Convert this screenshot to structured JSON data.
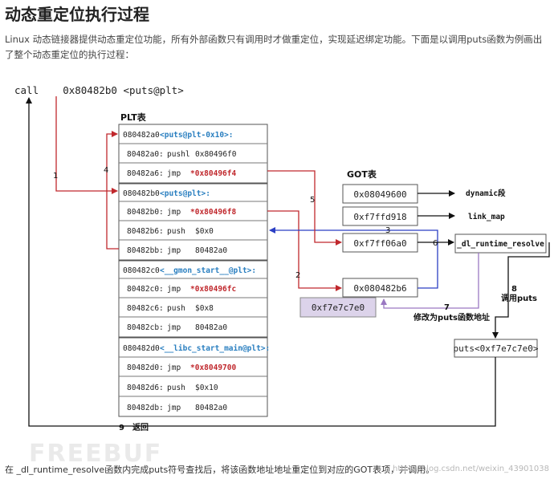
{
  "page": {
    "title": "动态重定位执行过程",
    "intro": "Linux 动态链接器提供动态重定位功能，所有外部函数只有调用时才做重定位，实现延迟绑定功能。下面是以调用puts函数为例画出了整个动态重定位的执行过程：",
    "footer": "在 _dl_runtime_resolve函数内完成puts符号查找后，将该函数地址地址重定位到对应的GOT表项，并调用。",
    "watermark": "FREEBUF",
    "csdn": "https://blog.csdn.net/weixin_43901038"
  },
  "diagram": {
    "call_line": "call    0x80482b0 <puts@plt>",
    "plt_label": "PLT表",
    "got_label": "GOT表",
    "plt_blocks": [
      {
        "header_addr": "080482a0",
        "header_sym": "<puts@plt-0x10>:",
        "rows": [
          {
            "addr": "80482a0:",
            "ins": "pushl",
            "op": "0x80496f0",
            "hl": false
          },
          {
            "addr": "80482a6:",
            "ins": "jmp",
            "op": "*0x80496f4",
            "hl": true
          }
        ]
      },
      {
        "header_addr": "080482b0",
        "header_sym": "<puts@plt>:",
        "rows": [
          {
            "addr": "80482b0:",
            "ins": "jmp",
            "op": "*0x80496f8",
            "hl": true
          },
          {
            "addr": "80482b6:",
            "ins": "push",
            "op": "$0x0",
            "hl": false
          },
          {
            "addr": "80482bb:",
            "ins": "jmp",
            "op": "80482a0",
            "hl": false
          }
        ]
      },
      {
        "header_addr": "080482c0",
        "header_sym": "<__gmon_start__@plt>:",
        "rows": [
          {
            "addr": "80482c0:",
            "ins": "jmp",
            "op": "*0x80496fc",
            "hl": true
          },
          {
            "addr": "80482c6:",
            "ins": "push",
            "op": "$0x8",
            "hl": false
          },
          {
            "addr": "80482cb:",
            "ins": "jmp",
            "op": "80482a0",
            "hl": false
          }
        ]
      },
      {
        "header_addr": "080482d0",
        "header_sym": "<__libc_start_main@plt>:",
        "rows": [
          {
            "addr": "80482d0:",
            "ins": "jmp",
            "op": "*0x8049700",
            "hl": true
          },
          {
            "addr": "80482d6:",
            "ins": "push",
            "op": "$0x10",
            "hl": false
          },
          {
            "addr": "80482db:",
            "ins": "jmp",
            "op": "80482a0",
            "hl": false
          }
        ]
      }
    ],
    "got_entries": [
      "0x08049600",
      "0xf7ffd918",
      "0xf7ff06a0",
      "0x080482b6"
    ],
    "got_side_labels": [
      "dynamic段",
      "link_map"
    ],
    "resolved_value": "0xf7e7c7e0",
    "resolver": "_dl_runtime_resolve",
    "puts_result": "puts<0xf7e7c7e0>",
    "steps": [
      "1",
      "2",
      "3",
      "4",
      "5",
      "6",
      "7",
      "8",
      "9"
    ],
    "step7_text": "修改为puts函数地址",
    "step8_text": "调用puts",
    "step9_text": "返回",
    "colors": {
      "red": "#c0282d",
      "blue": "#2b3fc4",
      "purple": "#9a78c2",
      "sym": "#2a7fc0",
      "lavender_fill": "#dcd3ea"
    }
  }
}
